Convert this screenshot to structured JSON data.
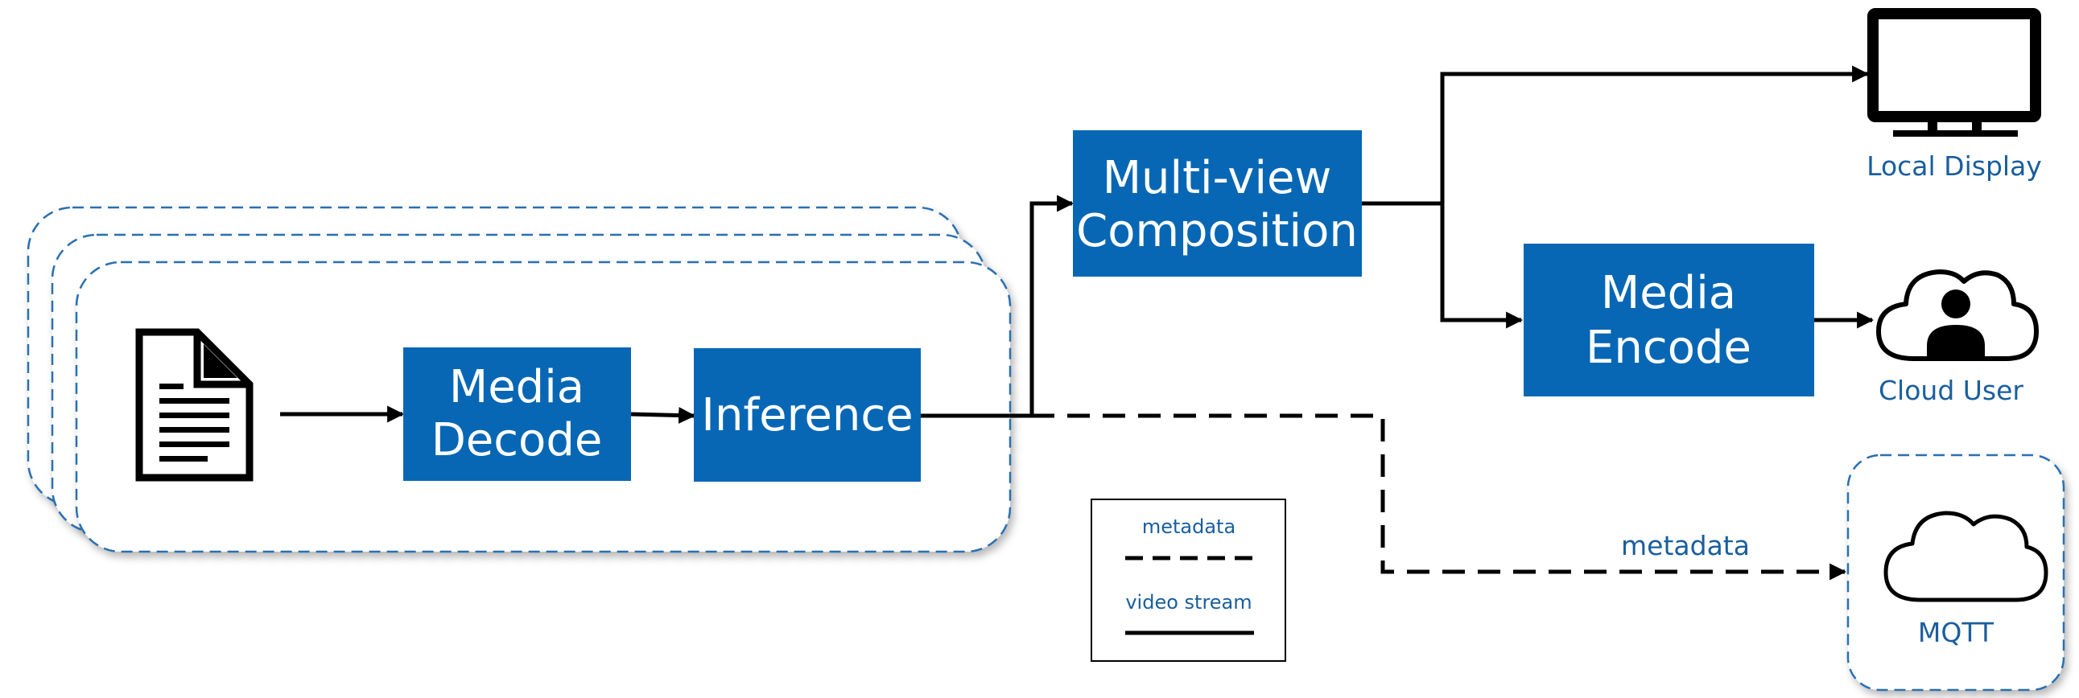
{
  "blocks": {
    "media_decode": [
      "Media",
      "Decode"
    ],
    "inference": [
      "Inference"
    ],
    "multiview": [
      "Multi-view",
      "Composition"
    ],
    "media_encode": [
      "Media",
      "Encode"
    ]
  },
  "outputs": {
    "local_display": "Local Display",
    "cloud_user": "Cloud User",
    "mqtt": "MQTT"
  },
  "edge_labels": {
    "metadata": "metadata"
  },
  "legend": {
    "dashed_label": "metadata",
    "solid_label": "video stream"
  },
  "colors": {
    "block_fill": "#0767b5",
    "dashed_outline": "#2a6fb0",
    "text_blue": "#1a5e9e",
    "line": "#000000"
  },
  "icons": {
    "source": "document-icon",
    "display": "monitor-icon",
    "cloud_user": "cloud-user-icon",
    "mqtt": "cloud-icon"
  }
}
